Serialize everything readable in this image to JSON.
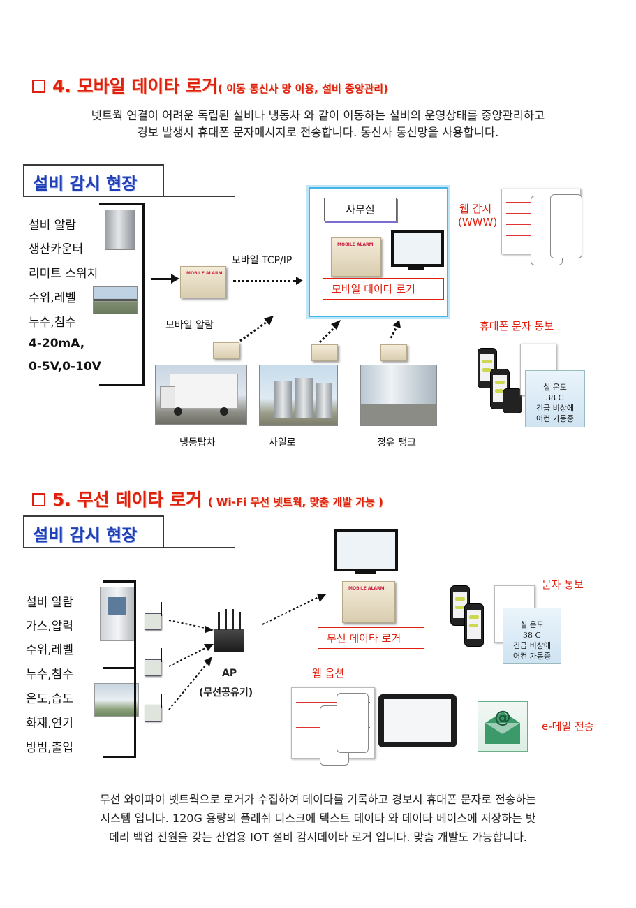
{
  "section4": {
    "checkbox": "❑",
    "title": "4. 모바일 데이타 로거",
    "subtitle": "( 이동 통신사 망 이용, 설비 중앙관리)",
    "desc_line1": "넷트웍 연결이 어려운 독립된 설비나 냉동차 와 같이 이동하는 설비의 운영상태를 중앙관리하고",
    "desc_line2": "경보 발생시 휴대폰 문자메시지로 전송합니다. 통신사 통신망을 사용합니다.",
    "site_title": "설비 감시 현장",
    "site_items": [
      "설비 알람",
      "생산카운터",
      "리미트 스위치",
      "수위,레벨",
      "누수,침수",
      "4-20mA,",
      "0-5V,0-10V"
    ],
    "mobile_alarm_label": "모바일 알람",
    "tcp_label": "모바일 TCP/IP",
    "office_label": "사무실",
    "logger_label": "모바일 데이타 로거",
    "web_label_line1": "웹 감시",
    "web_label_line2": "(WWW)",
    "sms_label": "휴대폰 문자 통보",
    "truck_label": "냉동탑차",
    "silo_label": "사일로",
    "tank_label": "정유 탱크",
    "device_brand": "MOBILE ALARM",
    "sms_text_line1": "실 온도",
    "sms_text_line2": "38 C",
    "sms_text_line3": "긴급 비상에",
    "sms_text_line4": "어컨 가동중"
  },
  "section5": {
    "checkbox": "❑",
    "title": "5. 무선 데이타 로거",
    "subtitle": "( Wi-Fi 무선 넷트웍, 맞춤 개발 가능 )",
    "site_title": "설비 감시 현장",
    "site_items": [
      "설비 알람",
      "가스,압력",
      "수위,레벨",
      "누수,침수",
      "온도,습도",
      "화재,연기",
      "방범,출입"
    ],
    "ap_label": "AP",
    "ap_sub": "(무선공유기)",
    "logger_label": "무선 데이타 로거",
    "sms_label": "문자 통보",
    "web_label": "웹 옵션",
    "email_label": "e-메일 전송",
    "device_brand": "MOBILE ALARM",
    "email_symbol": "@",
    "sms_text_line1": "실 온도",
    "sms_text_line2": "38 C",
    "sms_text_line3": "긴급 비상에",
    "sms_text_line4": "어컨 가동중",
    "desc_line1": "무선 와이파이 넷트웍으로  로거가 수집하여 데이타를 기록하고 경보시 휴대폰 문자로 전송하는",
    "desc_line2": "시스템 입니다. 120G 용량의 플레쉬 디스크에 텍스트 데이타 와 데이타 베이스에 저장하는 밧",
    "desc_line3": "데리 백업 전원을 갖는 산업용 IOT 설비 감시데이타 로거 입니다. 맞춤 개발도 가능합니다."
  }
}
